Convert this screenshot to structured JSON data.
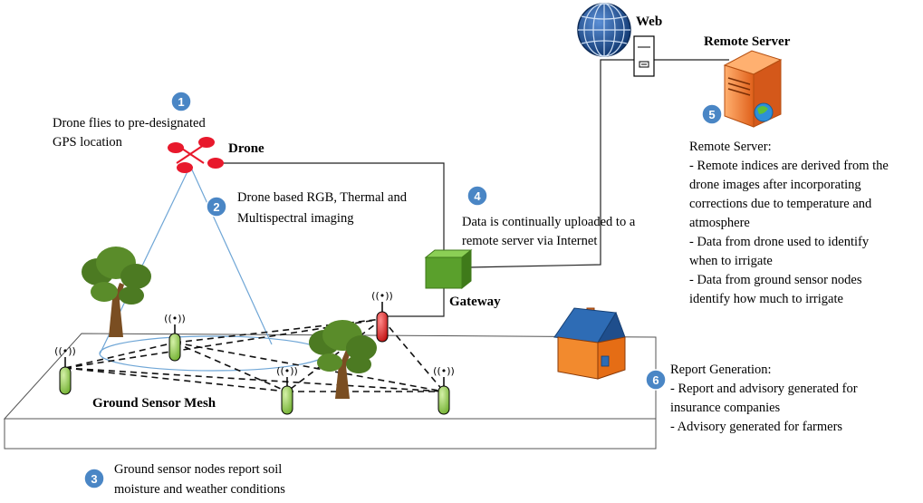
{
  "labels": {
    "web": "Web",
    "remote_server_title": "Remote Server",
    "drone": "Drone",
    "gateway": "Gateway",
    "ground_sensor_mesh": "Ground Sensor Mesh"
  },
  "steps": [
    {
      "number": "1",
      "lines": [
        "Drone flies to pre-designated",
        "GPS location"
      ]
    },
    {
      "number": "2",
      "lines": [
        "Drone based RGB, Thermal and",
        "Multispectral imaging"
      ]
    },
    {
      "number": "3",
      "lines": [
        "Ground sensor nodes report soil",
        "moisture and weather conditions"
      ]
    },
    {
      "number": "4",
      "lines": [
        "Data is continually uploaded to a",
        "remote server via Internet"
      ]
    },
    {
      "number": "5",
      "lines": [
        "Remote Server:",
        "- Remote indices are derived from the",
        "drone images after incorporating",
        "corrections due to temperature and",
        "atmosphere",
        "- Data from drone used to identify",
        "when to irrigate",
        "- Data from ground sensor nodes",
        "identify how much to irrigate"
      ]
    },
    {
      "number": "6",
      "lines": [
        "Report Generation:",
        "- Report and advisory generated for",
        "insurance companies",
        "- Advisory generated for farmers"
      ]
    }
  ],
  "colors": {
    "step_badge": "#4a86c5",
    "drone_rotor": "#e8192c",
    "sensor_green": "#8cc63f",
    "sensor_red": "#e02020",
    "gateway": "#5aa02c",
    "server": "#f07a22",
    "house_roof": "#2e6cb5",
    "house_wall": "#f28a2e",
    "tree_canopy": "#4c7a22",
    "tree_trunk": "#7a4e22",
    "globe": "#1f4e8c",
    "field_line": "#555555",
    "cone_line": "#6fa6d6"
  }
}
